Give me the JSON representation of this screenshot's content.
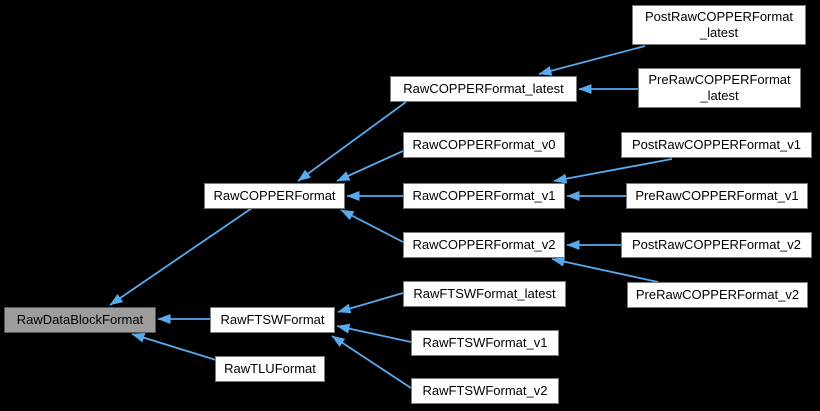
{
  "diagram": {
    "type": "class-inheritance-graph",
    "colors": {
      "background": "#000000",
      "edge": "#58aaee",
      "node_fill": "#ffffff",
      "node_border": "#7a7a7a",
      "highlight_fill": "#9d9d9d",
      "highlight_border": "#565656",
      "text": "#000000"
    }
  },
  "nodes": [
    {
      "id": "RawDataBlockFormat",
      "label": "RawDataBlockFormat",
      "highlight": true
    },
    {
      "id": "RawCOPPERFormat",
      "label": "RawCOPPERFormat"
    },
    {
      "id": "RawFTSWFormat",
      "label": "RawFTSWFormat"
    },
    {
      "id": "RawTLUFormat",
      "label": "RawTLUFormat"
    },
    {
      "id": "RawCOPPERFormat_latest",
      "label": "RawCOPPERFormat_latest"
    },
    {
      "id": "RawCOPPERFormat_v0",
      "label": "RawCOPPERFormat_v0"
    },
    {
      "id": "RawCOPPERFormat_v1",
      "label": "RawCOPPERFormat_v1"
    },
    {
      "id": "RawCOPPERFormat_v2",
      "label": "RawCOPPERFormat_v2"
    },
    {
      "id": "RawFTSWFormat_latest",
      "label": "RawFTSWFormat_latest"
    },
    {
      "id": "RawFTSWFormat_v1",
      "label": "RawFTSWFormat_v1"
    },
    {
      "id": "RawFTSWFormat_v2",
      "label": "RawFTSWFormat_v2"
    },
    {
      "id": "PostRawCOPPERFormat_latest",
      "lines": [
        "PostRawCOPPERFormat",
        "_latest"
      ]
    },
    {
      "id": "PreRawCOPPERFormat_latest",
      "lines": [
        "PreRawCOPPERFormat",
        "_latest"
      ]
    },
    {
      "id": "PostRawCOPPERFormat_v1",
      "label": "PostRawCOPPERFormat_v1"
    },
    {
      "id": "PreRawCOPPERFormat_v1",
      "label": "PreRawCOPPERFormat_v1"
    },
    {
      "id": "PostRawCOPPERFormat_v2",
      "label": "PostRawCOPPERFormat_v2"
    },
    {
      "id": "PreRawCOPPERFormat_v2",
      "label": "PreRawCOPPERFormat_v2"
    }
  ],
  "edges": [
    {
      "from": "RawCOPPERFormat",
      "to": "RawDataBlockFormat"
    },
    {
      "from": "RawFTSWFormat",
      "to": "RawDataBlockFormat"
    },
    {
      "from": "RawTLUFormat",
      "to": "RawDataBlockFormat"
    },
    {
      "from": "RawCOPPERFormat_latest",
      "to": "RawCOPPERFormat"
    },
    {
      "from": "RawCOPPERFormat_v0",
      "to": "RawCOPPERFormat"
    },
    {
      "from": "RawCOPPERFormat_v1",
      "to": "RawCOPPERFormat"
    },
    {
      "from": "RawCOPPERFormat_v2",
      "to": "RawCOPPERFormat"
    },
    {
      "from": "PostRawCOPPERFormat_latest",
      "to": "RawCOPPERFormat_latest"
    },
    {
      "from": "PreRawCOPPERFormat_latest",
      "to": "RawCOPPERFormat_latest"
    },
    {
      "from": "PostRawCOPPERFormat_v1",
      "to": "RawCOPPERFormat_v1"
    },
    {
      "from": "PreRawCOPPERFormat_v1",
      "to": "RawCOPPERFormat_v1"
    },
    {
      "from": "PostRawCOPPERFormat_v2",
      "to": "RawCOPPERFormat_v2"
    },
    {
      "from": "PreRawCOPPERFormat_v2",
      "to": "RawCOPPERFormat_v2"
    },
    {
      "from": "RawFTSWFormat_latest",
      "to": "RawFTSWFormat"
    },
    {
      "from": "RawFTSWFormat_v1",
      "to": "RawFTSWFormat"
    },
    {
      "from": "RawFTSWFormat_v2",
      "to": "RawFTSWFormat"
    }
  ]
}
